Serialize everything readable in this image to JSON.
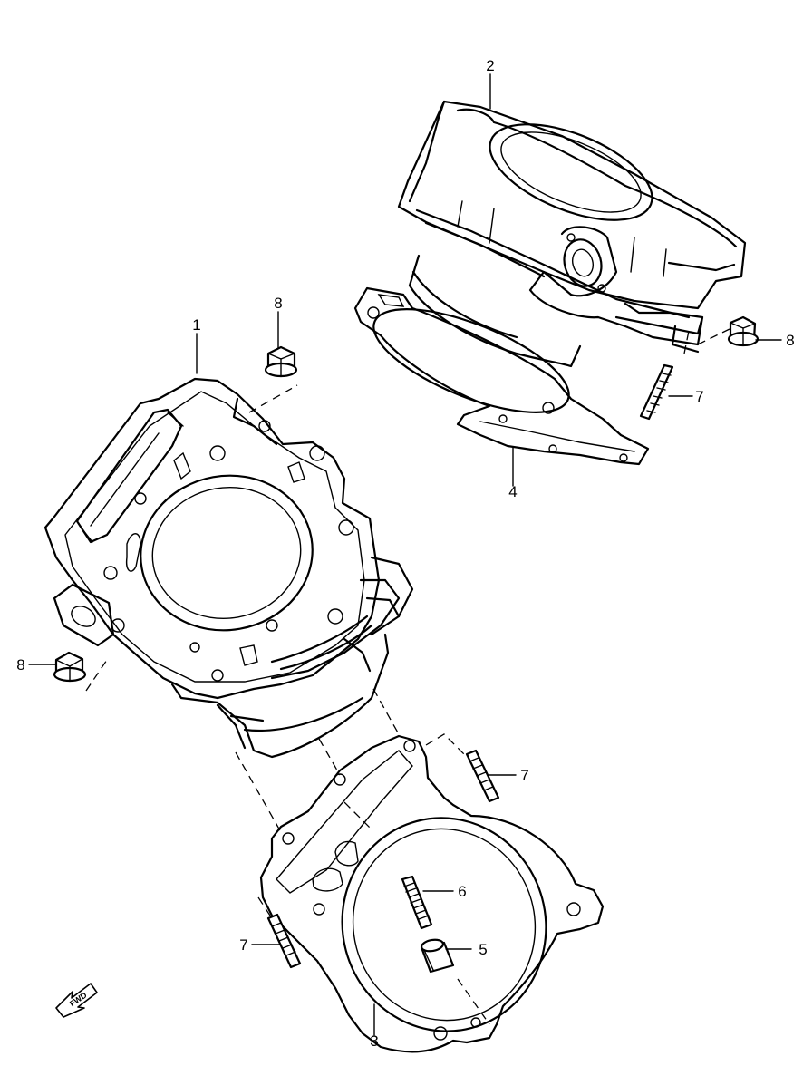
{
  "callouts": {
    "c1": "1",
    "c2": "2",
    "c3": "3",
    "c4": "4",
    "c5": "5",
    "c6": "6",
    "c7a": "7",
    "c7b": "7",
    "c7c": "7",
    "c8a": "8",
    "c8b": "8",
    "c8c": "8"
  },
  "fwd_label": "FWD",
  "icons": {
    "fwd": "fwd-arrow-icon"
  }
}
